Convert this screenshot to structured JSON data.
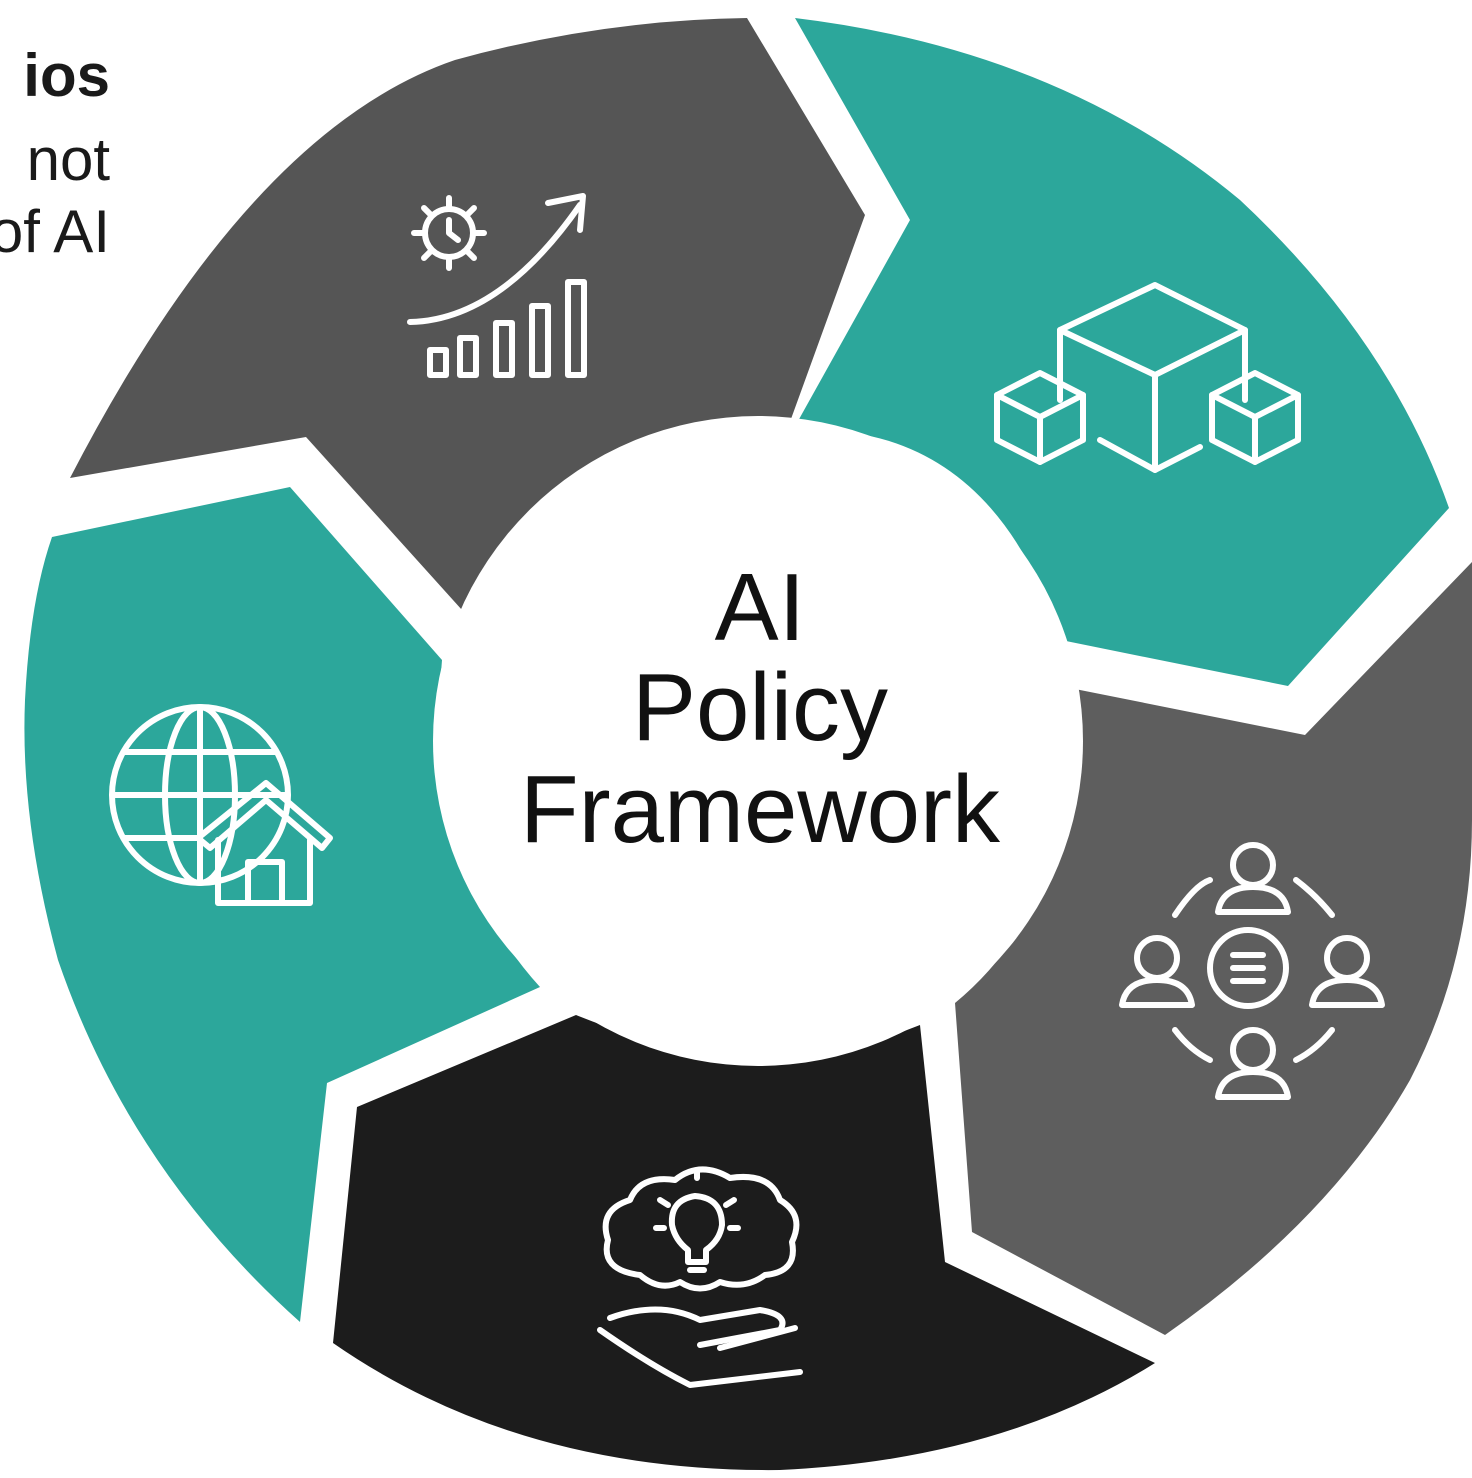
{
  "cropped_text": {
    "line1": "ios",
    "line2": "not",
    "line3": "of AI"
  },
  "center": {
    "line1": "AI",
    "line2": "Policy",
    "line3": "Framework"
  },
  "colors": {
    "teal": "#2ca79b",
    "dark_gray": "#555555",
    "mid_gray": "#5e5e5e",
    "black": "#1c1c1c",
    "white": "#ffffff"
  },
  "segments": [
    {
      "color": "dark_gray",
      "icon": "gear-growth-chart-icon"
    },
    {
      "color": "teal",
      "icon": "cubes-network-icon"
    },
    {
      "color": "mid_gray",
      "icon": "people-discussion-icon"
    },
    {
      "color": "black",
      "icon": "idea-hand-icon"
    },
    {
      "color": "teal",
      "icon": "globe-home-icon"
    }
  ]
}
